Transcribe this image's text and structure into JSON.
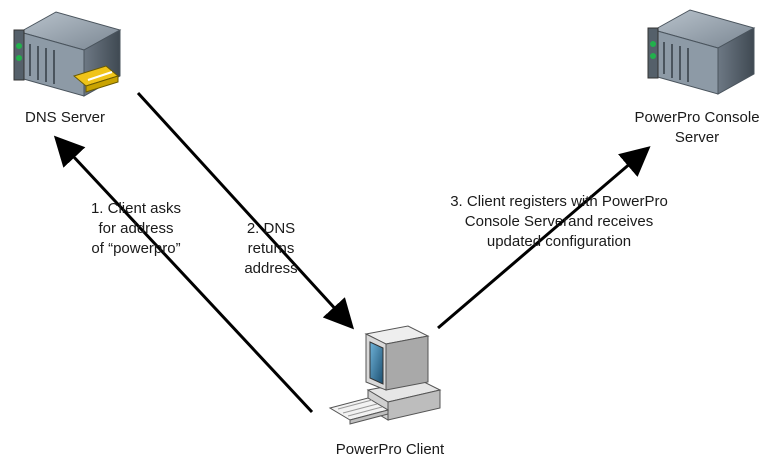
{
  "nodes": {
    "dns_server": {
      "label": "DNS Server"
    },
    "console_server": {
      "label": "PowerPro Console\nServer"
    },
    "client": {
      "label": "PowerPro Client"
    }
  },
  "steps": [
    {
      "label": "1. Client asks\nfor address\nof “powerpro”"
    },
    {
      "label": "2. DNS\nreturns\naddress"
    },
    {
      "label": "3. Client registers with PowerPro\nConsole Serverand receives\nupdated configuration"
    }
  ],
  "colors": {
    "arrow": "#000000",
    "server_body": "#8d9aa6",
    "server_front": "#5e6a75",
    "led": "#22b14c",
    "monitor": "#d9d9d9",
    "screen": "#2a6f95",
    "disk": "#f0c419"
  }
}
